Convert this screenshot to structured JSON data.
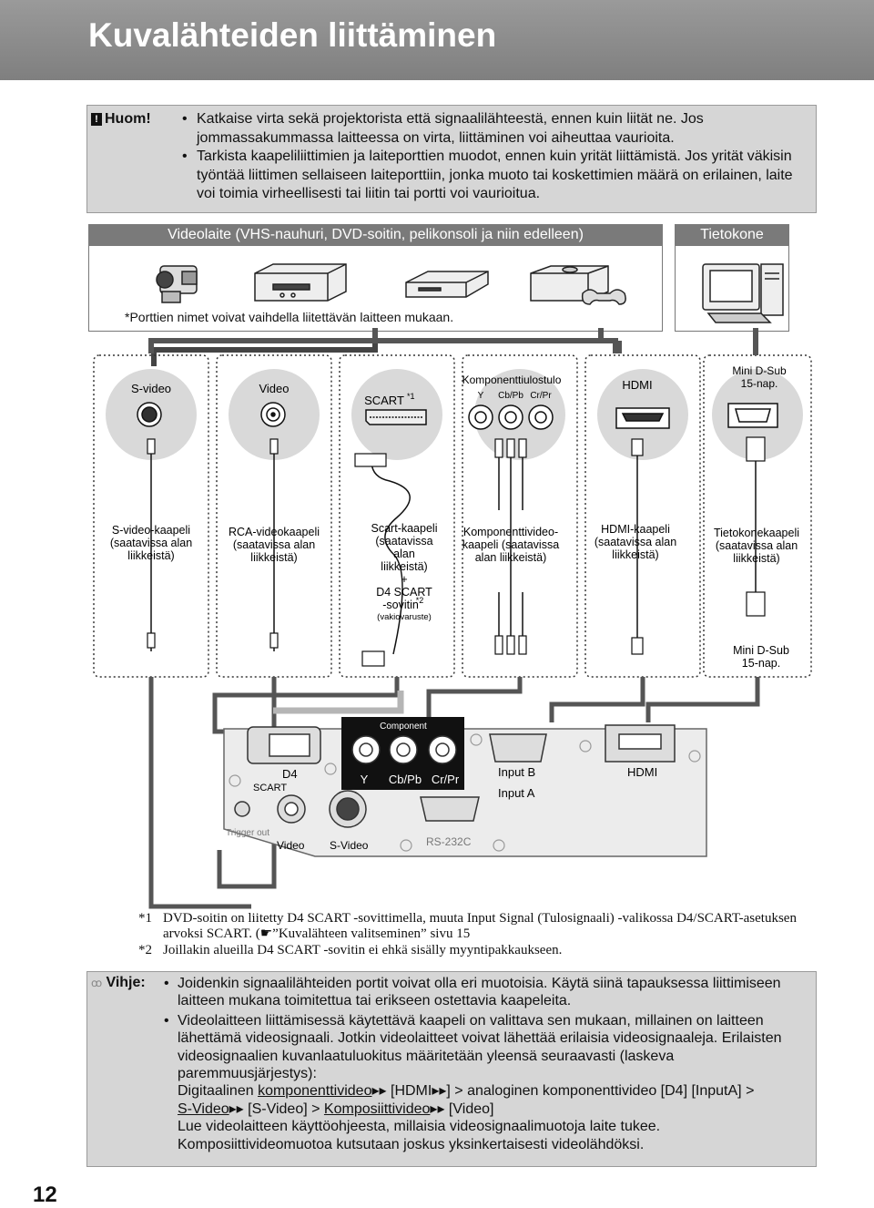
{
  "header": {
    "title": "Kuvalähteiden liittäminen"
  },
  "note": {
    "label": "Huom!",
    "items": [
      "Katkaise virta sekä projektorista että signaalilähteestä, ennen kuin liität ne. Jos jommassakummassa laitteessa on virta, liittäminen voi aiheuttaa vaurioita.",
      "Tarkista kaapeliliittimien ja laiteporttien muodot, ennen kuin yrität liittämistä. Jos yrität väkisin työntää liittimen sellaiseen laiteporttiin, jonka muoto tai koskettimien määrä on erilainen, laite voi toimia virheellisesti tai liitin tai portti voi vaurioitua."
    ]
  },
  "sources": {
    "video_label": "Videolaite (VHS-nauhuri, DVD-soitin, pelikonsoli ja niin edelleen)",
    "pc_label": "Tietokone",
    "ports_note": "*Porttien nimet voivat vaihdella liitettävän laitteen mukaan."
  },
  "ports": {
    "svideo": "S-video",
    "video": "Video",
    "scart": "SCART",
    "scart_sup": "*1",
    "component": "Komponenttiulostulo",
    "comp_y": "Y",
    "comp_cb": "Cb/Pb",
    "comp_cr": "Cr/Pr",
    "hdmi": "HDMI",
    "minidsub_1": "Mini D-Sub",
    "minidsub_2": "15-nap."
  },
  "cables": {
    "svideo": [
      "S-video-kaapeli",
      "(saatavissa alan",
      "liikkeistä)"
    ],
    "rca": [
      "RCA-videokaapeli",
      "(saatavissa alan",
      "liikkeistä)"
    ],
    "scart": [
      "Scart-kaapeli",
      "(saatavissa",
      "alan",
      "liikkeistä)",
      "+",
      "D4 SCART",
      "-sovitin",
      "(vakiovaruste)"
    ],
    "scart_sup": "*2",
    "component": [
      "Komponenttivideo-",
      "kaapeli (saatavissa",
      "alan liikkeistä)"
    ],
    "hdmi": [
      "HDMI-kaapeli",
      "(saatavissa alan",
      "liikkeistä)"
    ],
    "pc": [
      "Tietokonekaapeli",
      "(saatavissa alan",
      "liikkeistä)"
    ],
    "pc_end_1": "Mini D-Sub",
    "pc_end_2": "15-nap."
  },
  "projector": {
    "component": "Component",
    "d4": "D4",
    "scart": "SCART",
    "y": "Y",
    "cb": "Cb/Pb",
    "cr": "Cr/Pr",
    "input_b": "Input B",
    "input_a": "Input A",
    "hdmi": "HDMI",
    "trigger": "Trigger out",
    "video": "Video",
    "svideo": "S-Video",
    "rs232c": "RS-232C"
  },
  "footnotes": [
    {
      "num": "*1",
      "text": "DVD-soitin on liitetty D4 SCART -sovittimella, muuta Input Signal (Tulosignaali) -valikossa D4/SCART-asetuksen arvoksi SCART. (☛”Kuvalähteen valitseminen” sivu 15"
    },
    {
      "num": "*2",
      "text": "Joillakin alueilla D4 SCART -sovitin ei ehkä sisälly myyntipakkaukseen."
    }
  ],
  "tip": {
    "label": "Vihje:",
    "item1": "Joidenkin signaalilähteiden portit voivat olla eri muotoisia. Käytä siinä tapauksessa liittimiseen laitteen mukana toimitettua tai erikseen ostettavia kaapeleita.",
    "item2_a": "Videolaitteen liittämisessä käytettävä kaapeli on valittava sen mukaan, millainen on laitteen lähettämä videosignaali. Jotkin videolaitteet voivat lähettää erilaisia videosignaaleja. Erilaisten videosignaalien kuvanlaatuluokitus määritetään yleensä seuraavasti (laskeva paremmuusjärjestys):",
    "item2_b": "Digitaalinen",
    "link_component": "komponenttivideo",
    "bracket_hdmi": "[HDMI",
    "bracket_close": "]",
    "item2_c": " > analoginen komponenttivideo [D4] [InputA] >",
    "link_svideo": "S-Video",
    "item2_d": " [S-Video] >",
    "link_composite": "Komposiittivideo",
    "item2_e": " [Video]",
    "item2_f": "Lue videolaitteen käyttöohjeesta, millaisia videosignaalimuotoja laite tukee. Komposiittivideomuotoa kutsutaan joskus yksinkertaisesti videolähdöksi."
  },
  "page_number": "12"
}
